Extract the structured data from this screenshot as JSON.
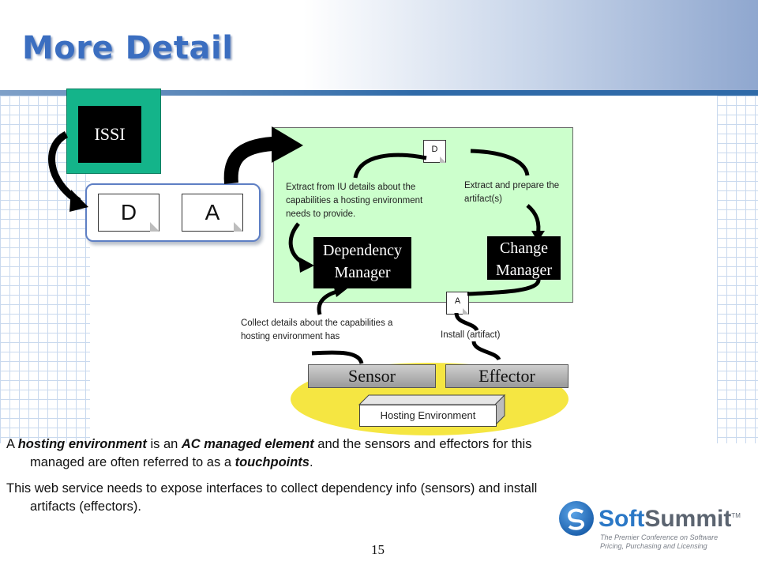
{
  "title": "More Detail",
  "diagram": {
    "issi_label": "ISSI",
    "pkg_doc_d": "D",
    "pkg_doc_a": "A",
    "doc_d": "D",
    "doc_a": "A",
    "dependency_manager": "Dependency Manager",
    "change_manager": "Change Manager",
    "note_extract_iu": "Extract from IU details about the capabilities a hosting environment needs to provide.",
    "note_extract_prepare": "Extract and prepare the artifact(s)",
    "note_collect": "Collect details about the capabilities a hosting environment has",
    "note_install": "Install (artifact)",
    "sensor": "Sensor",
    "effector": "Effector",
    "hosting_environment": "Hosting Environment"
  },
  "body": {
    "p1_a": "A ",
    "p1_b": "hosting environment",
    "p1_c": " is an ",
    "p1_d": "AC managed element",
    "p1_e": " and the sensors and effectors for this",
    "p1_f": "managed are often referred to as a ",
    "p1_g": "touchpoints",
    "p1_h": ".",
    "p2_line1": "This web service needs to expose interfaces to  collect dependency info (sensors) and install",
    "p2_line2": "artifacts (effectors)."
  },
  "footer": {
    "page_number": "15",
    "logo_soft": "Soft",
    "logo_summit": "Summit",
    "logo_tm": "TM",
    "logo_tag1": "The Premier Conference on Software",
    "logo_tag2": "Pricing, Purchasing and Licensing"
  },
  "colors": {
    "title": "#3b6ec0",
    "issi_green": "#14b48a",
    "panel_green": "#ccffcc",
    "ellipse_yellow": "#f5e642",
    "accent_blue": "#2f6aa8"
  }
}
